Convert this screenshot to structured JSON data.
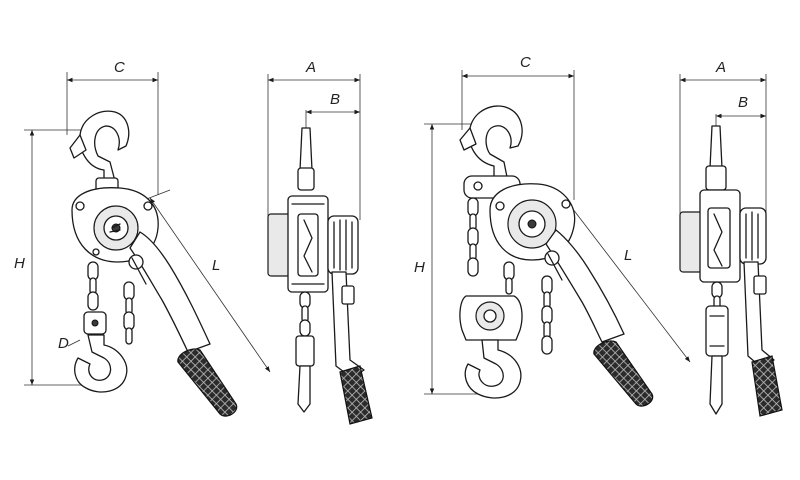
{
  "figure": {
    "views": [
      {
        "name": "small-hoist-front",
        "dimensions": {
          "C": "C",
          "H": "H",
          "L": "L",
          "D": "D"
        }
      },
      {
        "name": "small-hoist-side",
        "dimensions": {
          "A": "A",
          "B": "B"
        }
      },
      {
        "name": "large-hoist-front",
        "dimensions": {
          "C": "C",
          "H": "H",
          "L": "L"
        }
      },
      {
        "name": "large-hoist-side",
        "dimensions": {
          "A": "A",
          "B": "B"
        }
      }
    ]
  },
  "colors": {
    "line": "#1a1a1a",
    "shade": "#e9e9e9",
    "background": "#ffffff"
  }
}
